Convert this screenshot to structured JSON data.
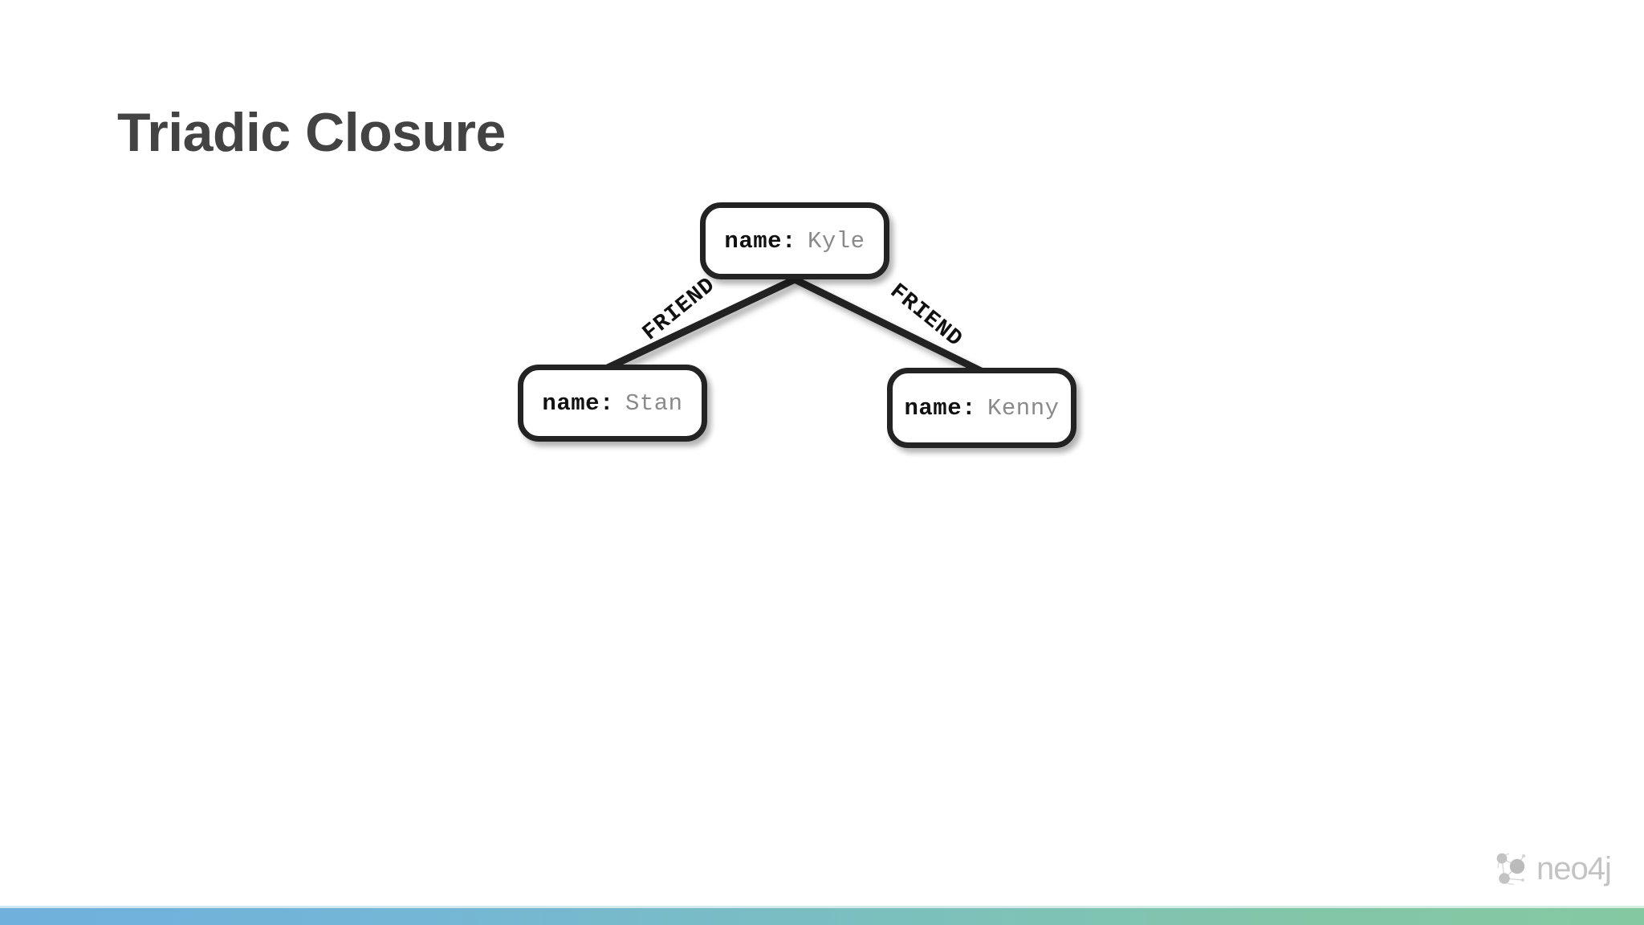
{
  "slide": {
    "title": "Triadic Closure",
    "title_color": "#434343",
    "background_color": "#ffffff"
  },
  "graph": {
    "nodes": [
      {
        "id": "kyle",
        "property_key": "name:",
        "property_value": "Kyle"
      },
      {
        "id": "stan",
        "property_key": "name:",
        "property_value": "Stan"
      },
      {
        "id": "kenny",
        "property_key": "name:",
        "property_value": "Kenny"
      }
    ],
    "edges": [
      {
        "id": "kyle-stan",
        "label": "FRIEND",
        "from": "kyle",
        "to": "stan"
      },
      {
        "id": "kyle-kenny",
        "label": "FRIEND",
        "from": "kyle",
        "to": "kenny"
      }
    ],
    "node_border_color": "#232323",
    "edge_color": "#232323"
  },
  "branding": {
    "wordmark": "neo4j",
    "mark_icon": "neo4j-graph-mark-icon",
    "color": "#b9b9b9"
  },
  "footer": {
    "gradient_start": "#6fb0dc",
    "gradient_end": "#84c8a2"
  }
}
